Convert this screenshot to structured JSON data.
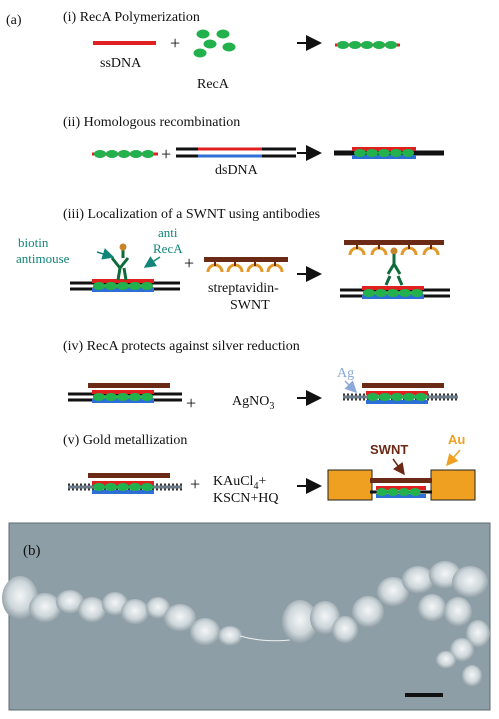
{
  "panel_a": {
    "label": "(a)",
    "step1": {
      "title": "(i) RecA Polymerization",
      "ssdna": "ssDNA",
      "reca": "RecA",
      "plus": "+"
    },
    "step2": {
      "title": "(ii) Homologous recombination",
      "dsdna": "dsDNA",
      "plus": "+"
    },
    "step3": {
      "title": "(iii) Localization of a SWNT using antibodies",
      "biotin": "biotin",
      "antimouse": "antimouse",
      "anti": "anti",
      "reca": "RecA",
      "strept1": "streptavidin-",
      "strept2": "SWNT",
      "plus": "+"
    },
    "step4": {
      "title": "(iv) RecA protects against silver reduction",
      "reagent": "AgNO",
      "reagent_sub": "3",
      "ag": "Ag",
      "plus": "+"
    },
    "step5": {
      "title": "(v) Gold metallization",
      "reagent1": "KAuCl",
      "reagent1_sub": "4",
      "reagent1_tail": "+",
      "reagent2": "KSCN+HQ",
      "swnt": "SWNT",
      "au": "Au",
      "plus": "+"
    }
  },
  "panel_b": {
    "label": "(b)"
  },
  "colors": {
    "ssdna": "#e02020",
    "reca": "#22b14c",
    "reca_dark": "#0f6b3a",
    "dsdna_blue": "#2e6fd6",
    "swnt": "#6b2a16",
    "antibody": "#12857a",
    "ag": "#8ca8d8",
    "au": "#f0a020",
    "sem_bg": "#8e9ea6"
  }
}
